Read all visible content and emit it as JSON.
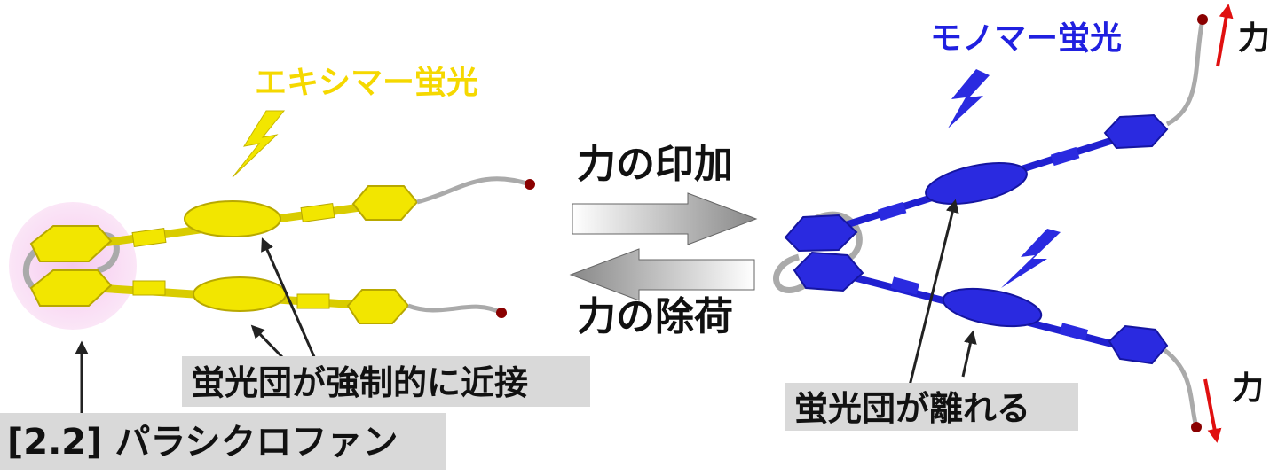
{
  "labels": {
    "excimer": "エキシマー蛍光",
    "monomer": "モノマー蛍光",
    "force_top": "力",
    "force_bottom": "力",
    "apply_force": "力の印加",
    "release_force": "力の除荷",
    "forced_proximity": "蛍光団が強制的に近接",
    "paracyclophane": "[2.2] パラシクロファン",
    "separated": "蛍光団が離れる"
  },
  "colors": {
    "yellow": "#f2e600",
    "blue": "#2a2ae0",
    "excimer_text": "#f5d800",
    "monomer_text": "#2020e0",
    "force_arrow": "#e01010",
    "highlight": "#f7d0f0",
    "label_box": "#d9d9d9"
  }
}
